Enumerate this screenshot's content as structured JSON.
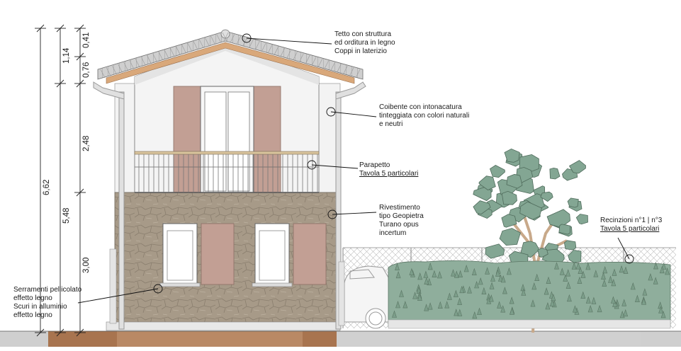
{
  "dimensions": {
    "total_height": "6,62",
    "ground_to_eaves": "5,48",
    "roof_rise": "1,14",
    "ground_floor": "3,00",
    "upper_floor": "2,48",
    "eaves_band": "0,76",
    "ridge_cap": "0,41"
  },
  "annotations": [
    {
      "lines": [
        "Tetto con struttura",
        "ed orditura in legno",
        "Coppi in laterizio"
      ]
    },
    {
      "lines": [
        "Coibente con intonacatura",
        "tinteggiata con colori naturali",
        "e neutri"
      ]
    },
    {
      "lines": [
        "Parapetto",
        "Tavola 5 particolari"
      ]
    },
    {
      "lines": [
        "Rivestimento",
        "tipo Geopietra",
        "Turano opus",
        "incertum"
      ]
    },
    {
      "lines": [
        "Recinzioni n°1 | n°3",
        "Tavola 5 particolari"
      ]
    },
    {
      "lines": [
        "Serramenti pellicolato",
        "effetto legno",
        "Scuri in alluminio",
        "effetto legno"
      ]
    }
  ],
  "colors": {
    "stone": "#a59886",
    "plaster": "#f2f2f2",
    "shutters": "#c09d92",
    "roof_underside": "#d9a87a",
    "ground": "#b07a52",
    "foliage": "#7fa08c"
  }
}
